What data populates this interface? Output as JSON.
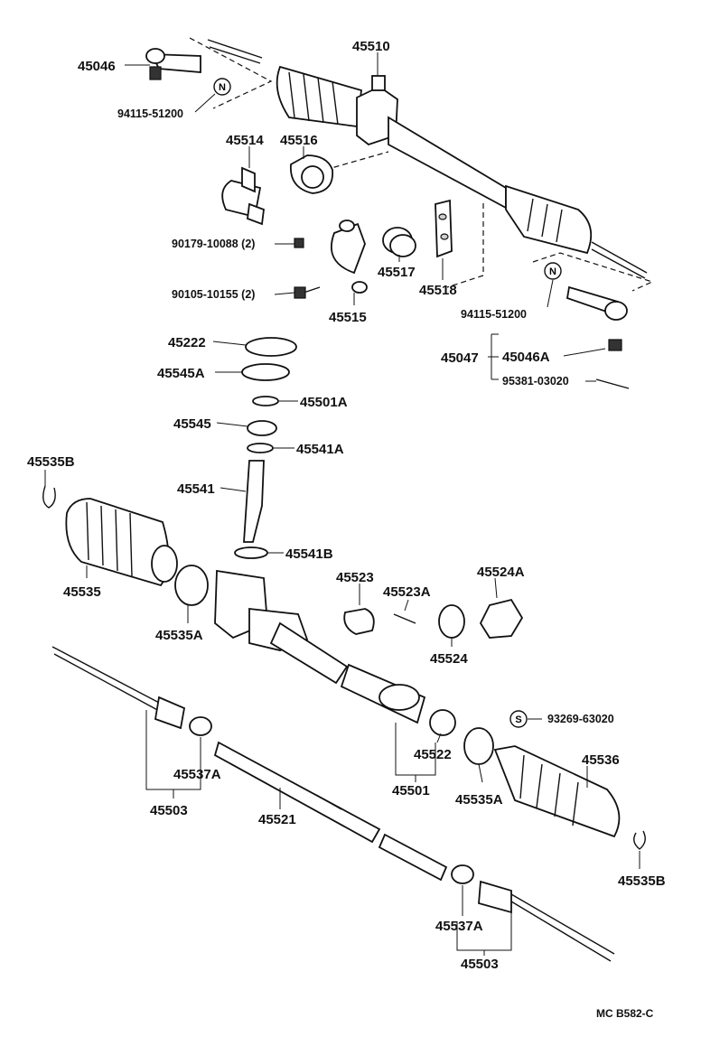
{
  "labels": {
    "p45046_top": "45046",
    "p94115_top": "94115-51200",
    "p45510": "45510",
    "p45514": "45514",
    "p45516": "45516",
    "p90179": "90179-10088 (2)",
    "p90105": "90105-10155 (2)",
    "p45515": "45515",
    "p45517": "45517",
    "p45518": "45518",
    "p94115_right": "94115-51200",
    "p45047": "45047",
    "p45046A": "45046A",
    "p95381": "95381-03020",
    "p45222": "45222",
    "p45545A": "45545A",
    "p45501A": "45501A",
    "p45545": "45545",
    "p45541A": "45541A",
    "p45535B_left": "45535B",
    "p45541": "45541",
    "p45541B": "45541B",
    "p45535": "45535",
    "p45523": "45523",
    "p45523A": "45523A",
    "p45524A": "45524A",
    "p45524": "45524",
    "p45535A_left": "45535A",
    "p93269": "93269-63020",
    "p45536": "45536",
    "p45522": "45522",
    "p45501": "45501",
    "p45535A_right": "45535A",
    "p45537A_left": "45537A",
    "p45503_left": "45503",
    "p45521": "45521",
    "p45535B_right": "45535B",
    "p45537A_right": "45537A",
    "p45503_right": "45503"
  },
  "symbols": {
    "n_mark_top": "N",
    "n_mark_right": "N",
    "s_mark": "S"
  },
  "drawing_code": "MC  B582-C"
}
